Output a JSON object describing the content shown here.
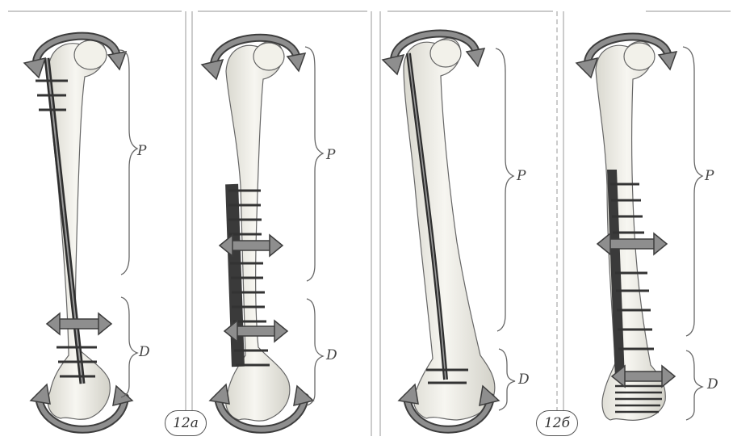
{
  "figure": {
    "panel_labels": [
      "12a",
      "12б"
    ],
    "proximal_label": "P",
    "distal_label": "D"
  },
  "colors": {
    "bone_fill": "#ebeae3",
    "bone_stroke": "#666666",
    "implant": "#3a3a3a",
    "arrow_fill": "#8e8e8e",
    "arrow_stroke": "#3d3d3d",
    "divider": "#aaaaaa"
  },
  "panels": [
    {
      "id": "nail-antegrade",
      "implant": "intramedullary nail"
    },
    {
      "id": "plate-midshaft",
      "implant": "lateral plate"
    },
    {
      "id": "nail-long",
      "implant": "intramedullary nail"
    },
    {
      "id": "plate-distal",
      "implant": "lateral plate"
    }
  ]
}
